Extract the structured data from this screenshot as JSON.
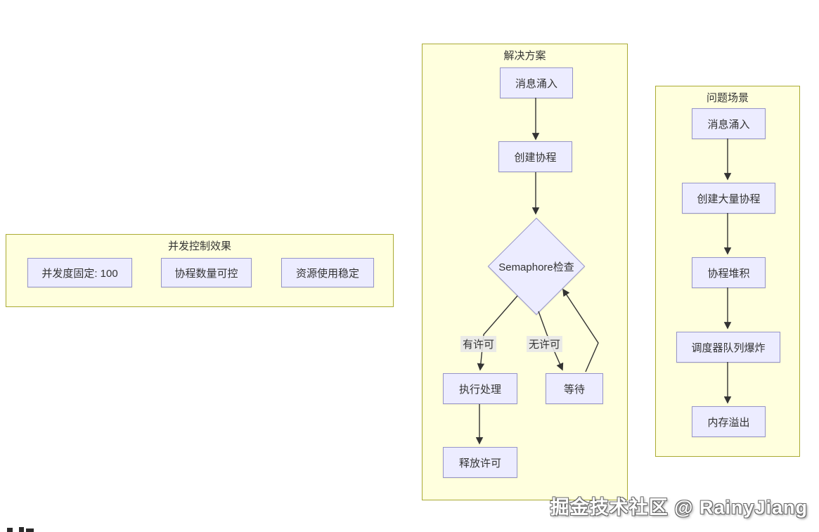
{
  "colors": {
    "cluster_bg": "#ffffde",
    "cluster_border": "#aaaa33",
    "node_bg": "#ececff",
    "node_border": "#9695c8",
    "text": "#333333",
    "edge": "#333333",
    "edge_label_bg": "rgba(232,232,232,0.9)",
    "watermark_fill": "#ffffff"
  },
  "clusters": {
    "effects": {
      "title": "并发控制效果",
      "nodes": [
        {
          "label": "并发度固定: 100"
        },
        {
          "label": "协程数量可控"
        },
        {
          "label": "资源使用稳定"
        }
      ]
    },
    "solution": {
      "title": "解决方案",
      "nodes": [
        {
          "label": "消息涌入"
        },
        {
          "label": "创建协程"
        },
        {
          "label": "Semaphore检查",
          "shape": "diamond"
        },
        {
          "label": "执行处理"
        },
        {
          "label": "等待"
        },
        {
          "label": "释放许可"
        }
      ],
      "edge_labels": [
        {
          "label": "有许可"
        },
        {
          "label": "无许可"
        }
      ]
    },
    "problem": {
      "title": "问题场景",
      "nodes": [
        {
          "label": "消息涌入"
        },
        {
          "label": "创建大量协程"
        },
        {
          "label": "协程堆积"
        },
        {
          "label": "调度器队列爆炸"
        },
        {
          "label": "内存溢出"
        }
      ]
    }
  },
  "watermark": {
    "text": "掘金技术社区 @ RainyJiang"
  }
}
